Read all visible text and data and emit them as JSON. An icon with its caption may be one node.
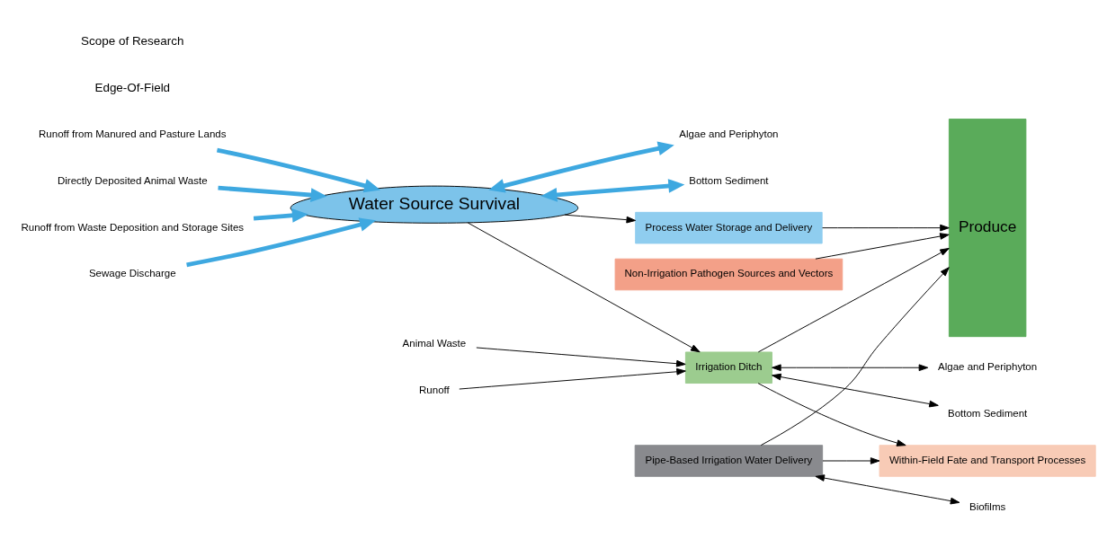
{
  "diagram": {
    "nodes": [
      {
        "text": [
          "Runoff from Manured and Pasture Lands"
        ]
      },
      {
        "text": [
          "Directly Deposited Animal Waste"
        ]
      },
      {
        "text": [
          "Runoff from Waste Deposition and Storage Sites"
        ]
      },
      {
        "text": [
          "Sewage Discharge"
        ]
      },
      {
        "text": [
          "Water Source Survival"
        ]
      },
      {
        "text": [
          "Algae and Periphyton"
        ]
      },
      {
        "text": [
          "Bottom Sediment"
        ]
      },
      {
        "text": [
          "Process Water Storage and Delivery"
        ]
      },
      {
        "text": [
          "Runoff"
        ]
      },
      {
        "text": [
          "Animal Waste"
        ]
      },
      {
        "text": [
          "Irrigation Ditch"
        ]
      },
      {
        "text": [
          "Bottom Sediment"
        ]
      },
      {
        "text": [
          "Algae and Periphyton"
        ]
      },
      {
        "text": [
          "Pipe-Based Irrigation Water Delivery"
        ]
      },
      {
        "text": [
          "Biofilms"
        ]
      },
      {
        "text": [
          "Within-Field Fate and Transport Processes"
        ]
      },
      {
        "text": [
          "Non-Irrigation Pathogen Sources and Vectors"
        ]
      },
      {
        "text": [
          "Produce"
        ]
      }
    ],
    "edges": [
      {
        "from": 0,
        "to": 4,
        "arrow": "to",
        "style": "thick",
        "color": "#3ea8e0"
      },
      {
        "from": 1,
        "to": 4,
        "arrow": "to",
        "style": "thick",
        "color": "#3ea8e0"
      },
      {
        "from": 2,
        "to": 4,
        "arrow": "to",
        "style": "thick",
        "color": "#3ea8e0"
      },
      {
        "from": 3,
        "to": 4,
        "arrow": "to",
        "style": "thick",
        "color": "#3ea8e0"
      },
      {
        "from": 4,
        "to": 5,
        "arrow": "both",
        "style": "thick",
        "color": "#3ea8e0"
      },
      {
        "from": 4,
        "to": 6,
        "arrow": "both",
        "style": "thick",
        "color": "#3ea8e0"
      },
      {
        "from": 4,
        "to": 7,
        "arrow": "to"
      },
      {
        "from": 4,
        "to": 10,
        "arrow": "to"
      },
      {
        "from": 8,
        "to": 10,
        "arrow": "to"
      },
      {
        "from": 9,
        "to": 10,
        "arrow": "to"
      },
      {
        "from": 10,
        "to": 11,
        "arrow": "both"
      },
      {
        "from": 10,
        "to": 12,
        "arrow": "both"
      },
      {
        "from": 13,
        "to": 14,
        "arrow": "both"
      },
      {
        "from": 7,
        "to": 17,
        "arrow": "to"
      },
      {
        "from": 10,
        "to": 17,
        "arrow": "to"
      },
      {
        "from": 10,
        "to": 15,
        "arrow": "to"
      },
      {
        "from": 13,
        "to": 15,
        "arrow": "to"
      },
      {
        "from": 13,
        "to": 17,
        "arrow": "to"
      },
      {
        "from": 16,
        "to": 17,
        "arrow": "to"
      }
    ],
    "labels": [
      "Edge-Of-Field",
      "Scope of Research"
    ]
  }
}
